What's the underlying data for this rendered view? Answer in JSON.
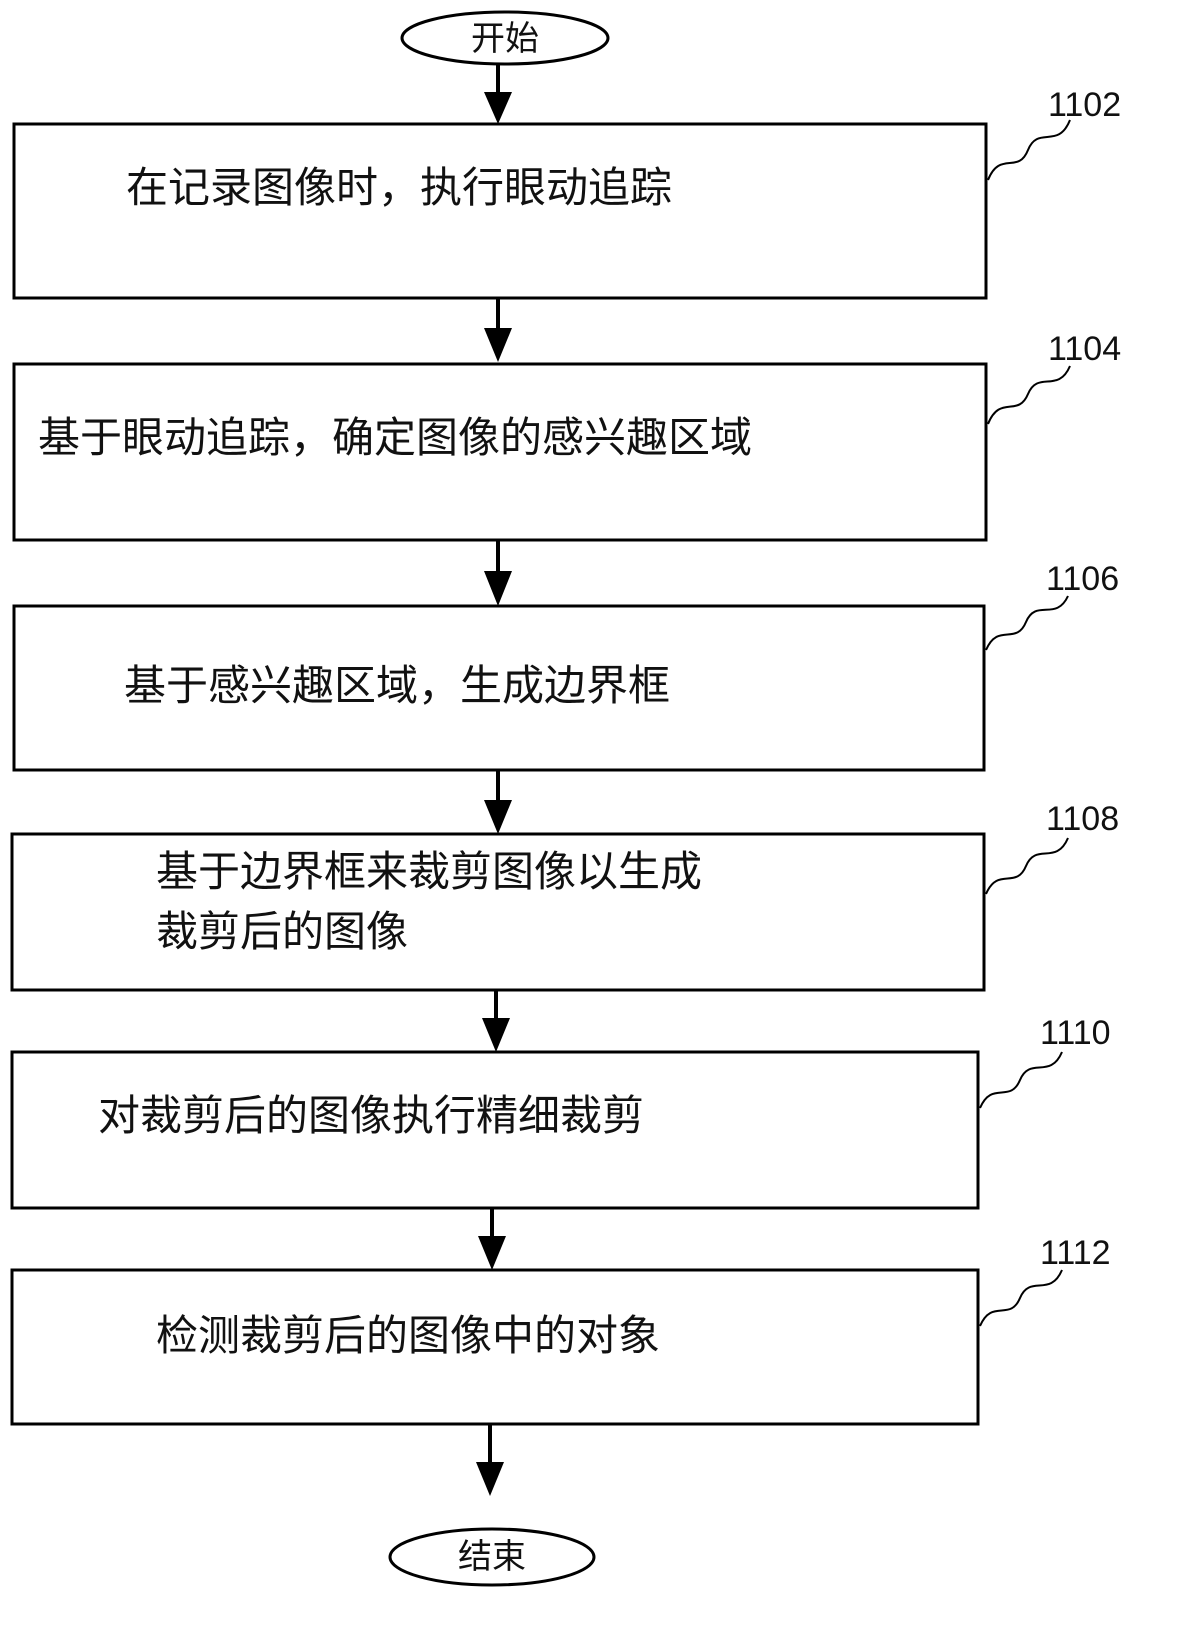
{
  "start_label": "开始",
  "end_label": "结束",
  "steps": [
    {
      "ref": "1102",
      "text": "在记录图像时，执行眼动追踪"
    },
    {
      "ref": "1104",
      "text": "基于眼动追踪，确定图像的感兴趣区域"
    },
    {
      "ref": "1106",
      "text": "基于感兴趣区域，生成边界框"
    },
    {
      "ref": "1108",
      "line1": "基于边界框来裁剪图像以生成",
      "line2": "裁剪后的图像"
    },
    {
      "ref": "1110",
      "text": "对裁剪后的图像执行精细裁剪"
    },
    {
      "ref": "1112",
      "text": "检测裁剪后的图像中的对象"
    }
  ]
}
